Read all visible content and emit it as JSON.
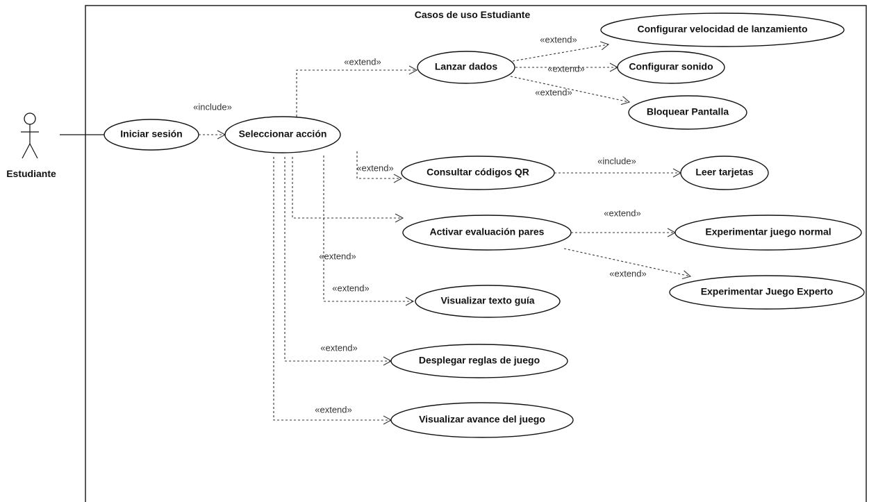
{
  "title": "Casos de uso Estudiante",
  "actor": {
    "name": "Estudiante"
  },
  "use_cases": {
    "iniciar": "Iniciar sesión",
    "seleccionar": "Seleccionar acción",
    "lanzar": "Lanzar dados",
    "velocidad": "Configurar velocidad de lanzamiento",
    "sonido": "Configurar sonido",
    "bloquear": "Bloquear Pantalla",
    "consultar": "Consultar códigos QR",
    "leer": "Leer tarjetas",
    "activar": "Activar evaluación pares",
    "normal": "Experimentar juego normal",
    "experto": "Experimentar Juego Experto",
    "texto": "Visualizar texto guía",
    "reglas": "Desplegar reglas de juego",
    "avance": "Visualizar avance del juego"
  },
  "relations": {
    "include_iniciar": "«include»",
    "extend_lanzar": "«extend»",
    "extend_velocidad": "«extend»",
    "extend_sonido": "«extend»",
    "extend_bloquear": "«extend»",
    "extend_consultar": "«extend»",
    "include_leer": "«include»",
    "extend_normal": "«extend»",
    "extend_experto": "«extend»",
    "extend_texto_a": "«extend»",
    "extend_texto_b": "«extend»",
    "extend_reglas": "«extend»",
    "extend_avance": "«extend»"
  }
}
